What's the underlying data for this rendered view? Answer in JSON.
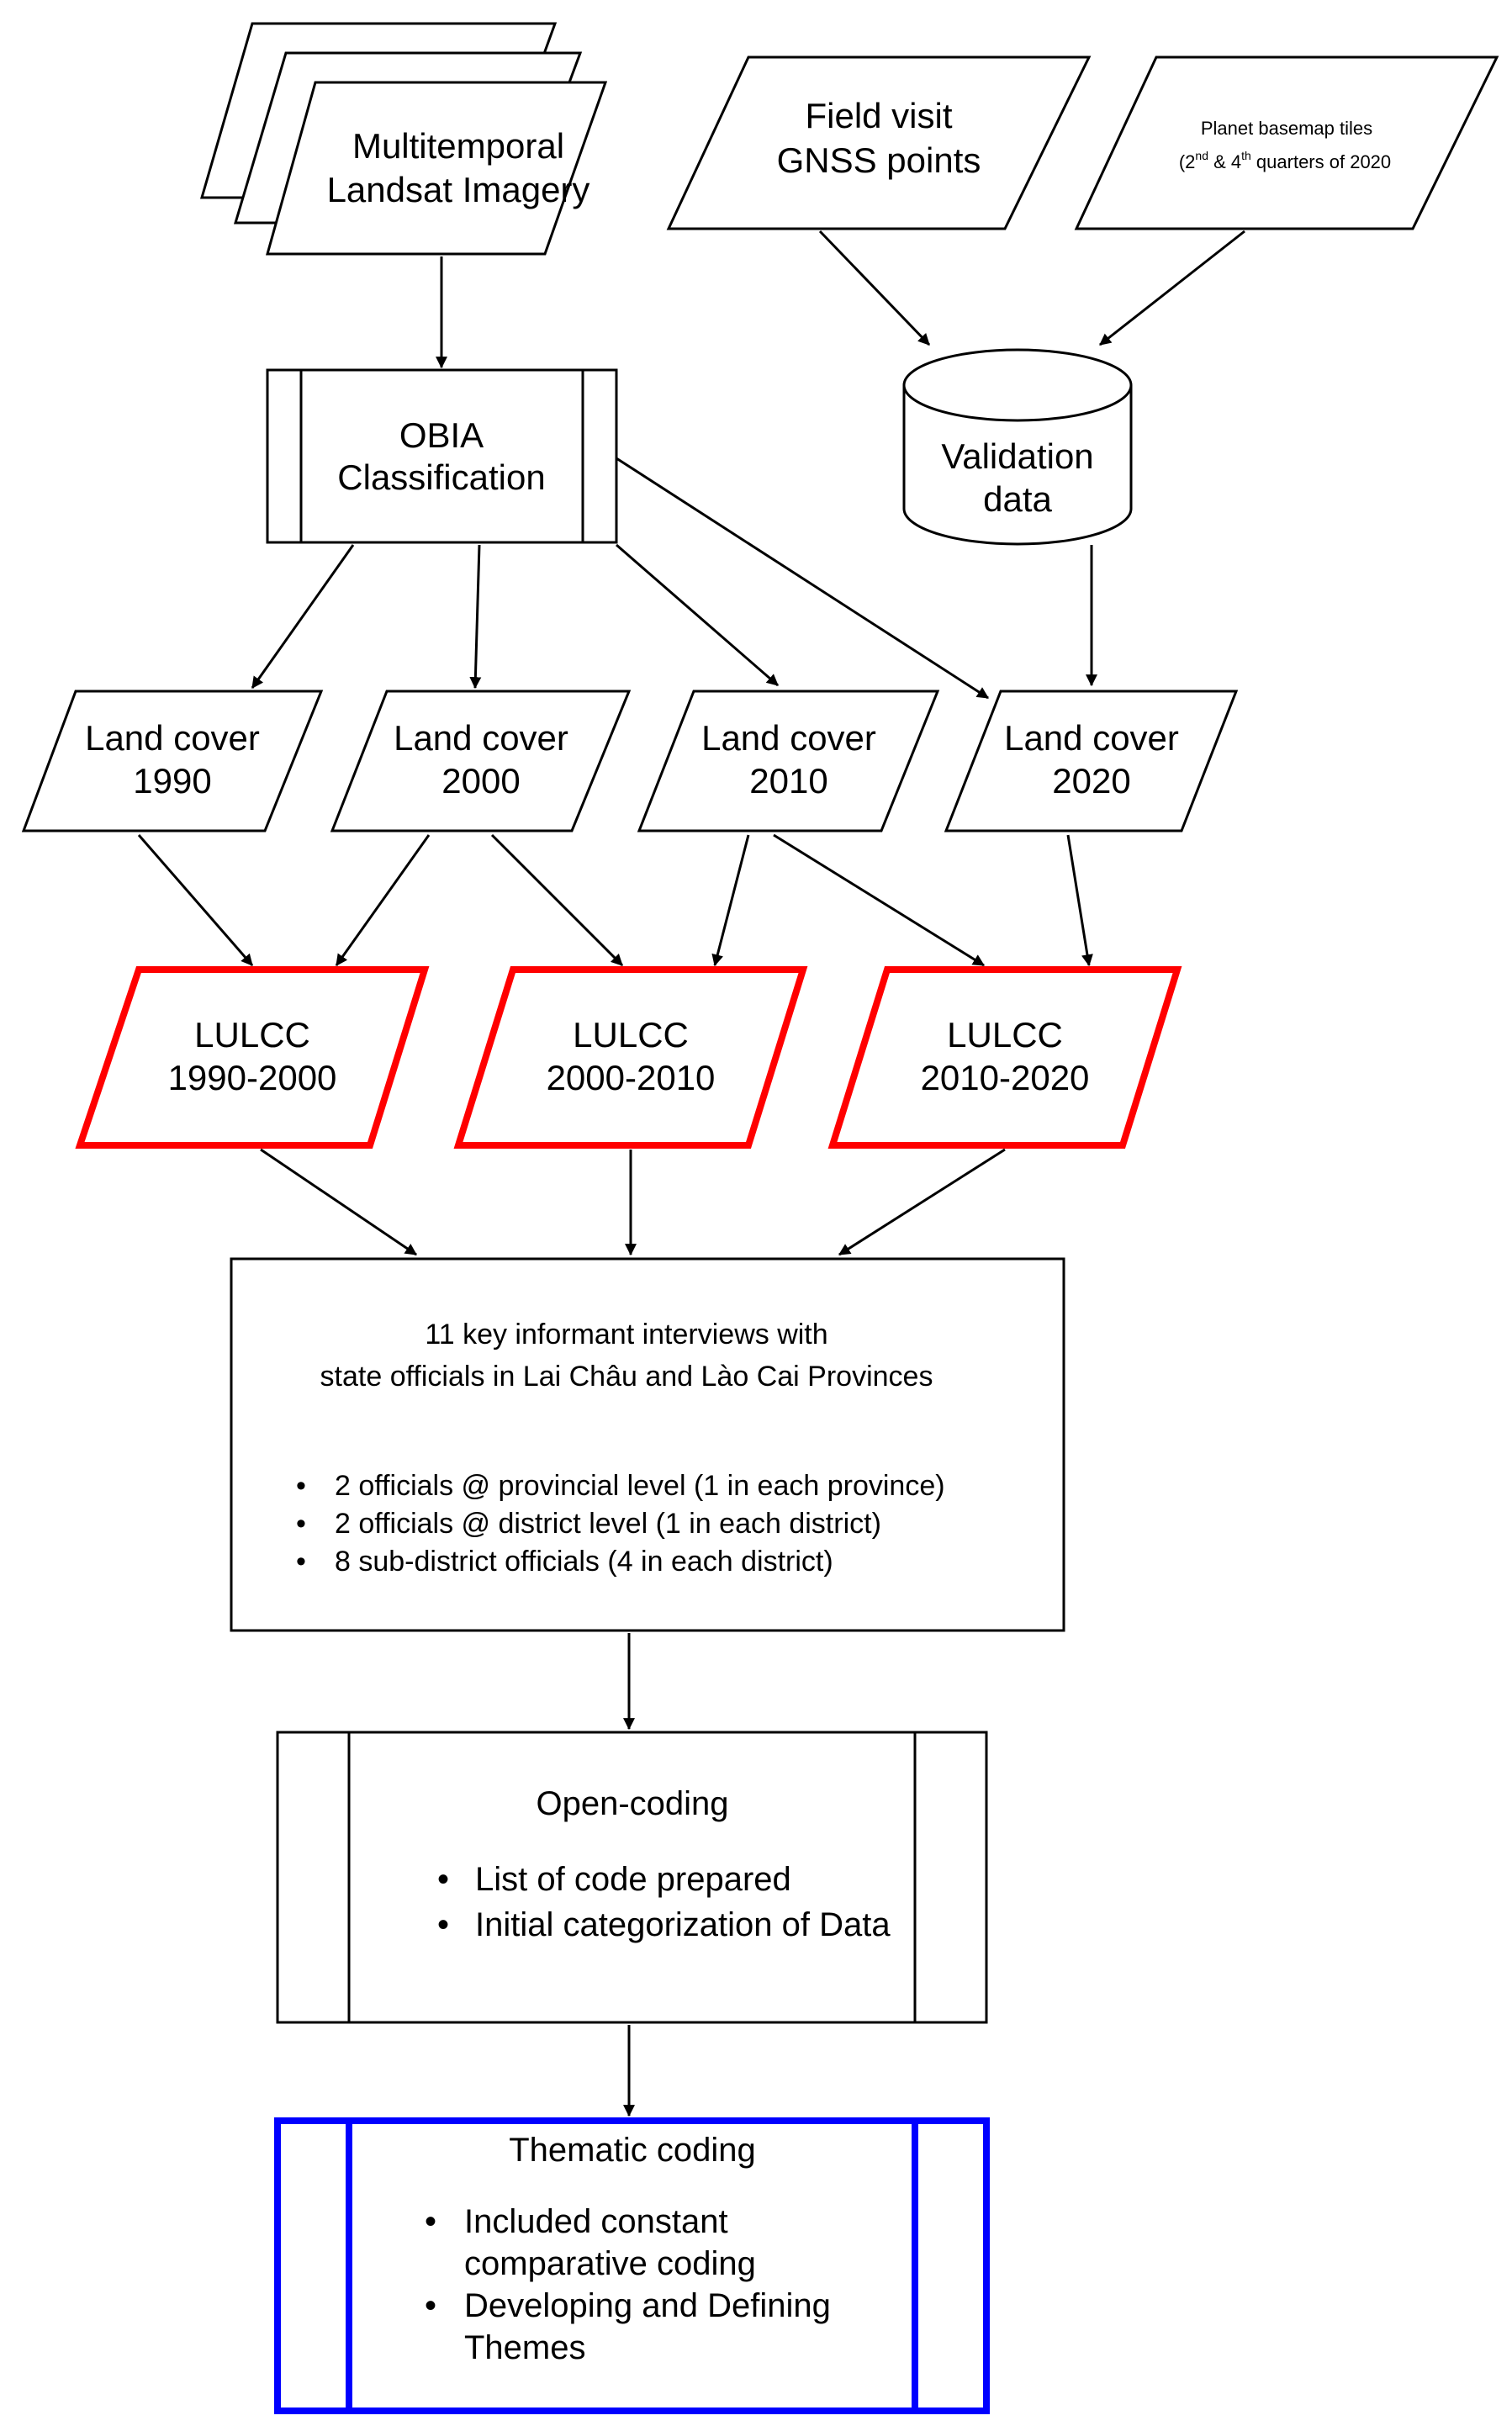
{
  "inputs": {
    "landsat": {
      "line1": "Multitemporal",
      "line2": "Landsat Imagery"
    },
    "field_visit": {
      "line1": "Field visit",
      "line2": "GNSS points"
    },
    "planet": {
      "line1": "Planet basemap tiles",
      "line2_pre": "(2",
      "line2_sup1": "nd",
      "line2_mid": " & 4",
      "line2_sup2": "th",
      "line2_post": " quarters of 2020"
    }
  },
  "process": {
    "obia": {
      "line1": "OBIA",
      "line2": "Classification"
    },
    "validation": {
      "line1": "Validation",
      "line2": "data"
    }
  },
  "land_cover": [
    {
      "label": "Land cover",
      "year": "1990"
    },
    {
      "label": "Land cover",
      "year": "2000"
    },
    {
      "label": "Land cover",
      "year": "2010"
    },
    {
      "label": "Land cover",
      "year": "2020"
    }
  ],
  "lulcc": [
    {
      "label": "LULCC",
      "period": "1990-2000"
    },
    {
      "label": "LULCC",
      "period": "2000-2010"
    },
    {
      "label": "LULCC",
      "period": "2010-2020"
    }
  ],
  "interviews": {
    "line1": "11 key informant interviews with",
    "line2": "state officials in Lai Châu and Lào Cai Provinces",
    "bullets": [
      "2 officials @ provincial level (1 in each province)",
      "2 officials @ district level (1 in each district)",
      "8 sub-district officials (4 in each district)"
    ]
  },
  "open_coding": {
    "title": "Open-coding",
    "bullets": [
      "List of code prepared",
      "Initial categorization of Data"
    ]
  },
  "thematic_coding": {
    "title": "Thematic coding",
    "bullet1_line1": "Included constant",
    "bullet1_line2": "comparative coding",
    "bullet2_line1": "Developing and Defining",
    "bullet2_line2": "Themes"
  },
  "colors": {
    "lulcc_border": "#ff0000",
    "thematic_border": "#0000ff",
    "stroke": "#000000"
  }
}
